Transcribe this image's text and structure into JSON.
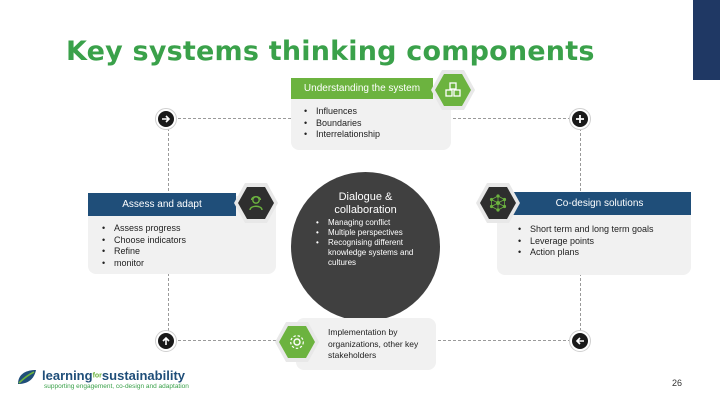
{
  "title": "Key systems thinking components",
  "understanding": {
    "label": "Understanding the system",
    "items": [
      "Influences",
      "Boundaries",
      "Interrelationship"
    ]
  },
  "assess": {
    "label": "Assess and adapt",
    "items": [
      "Assess progress",
      "Choose indicators",
      "Refine",
      "monitor"
    ]
  },
  "dialogue": {
    "label_line1": "Dialogue &",
    "label_line2": "collaboration",
    "items": [
      "Managing conflict",
      "Multiple perspectives",
      "Recognising different knowledge systems and cultures"
    ]
  },
  "codesign": {
    "label": "Co-design solutions",
    "items": [
      "Short term and long term goals",
      "Leverage points",
      "Action plans"
    ]
  },
  "implementation": {
    "text": "Implementation by organizations, other key stakeholders"
  },
  "logo": {
    "name_part1": "learning",
    "name_part2": "for",
    "name_part3": "sustainability",
    "tagline": "supporting engagement, co-design and adaptation"
  },
  "page_number": "26",
  "colors": {
    "title_green": "#3aa14a",
    "bar_green": "#6cb33f",
    "bar_blue": "#1f4e79",
    "dark_circle": "#404040",
    "card_bg": "#f1f1f1"
  },
  "icons": {
    "top_left_nav": "arrow-right-icon",
    "top_right_nav": "plus-icon",
    "bottom_left_nav": "arrow-up-icon",
    "bottom_right_nav": "arrow-left-icon",
    "understanding": "blocks-icon",
    "assess": "person-headset-icon",
    "codesign": "network-icon",
    "implementation": "gear-cycle-icon"
  }
}
